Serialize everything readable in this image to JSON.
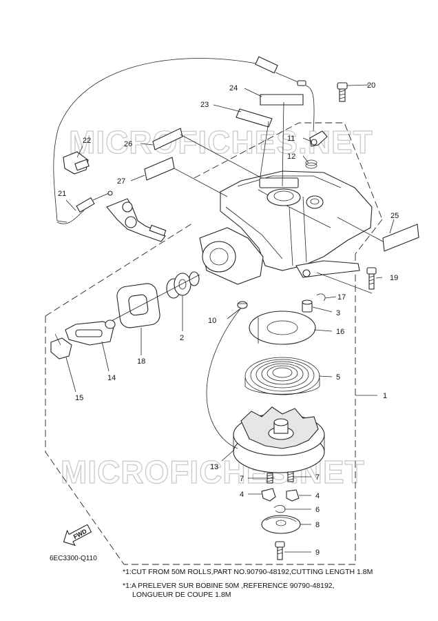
{
  "watermarks": [
    "MICROFICHES.NET",
    "MICROFICHES.NET"
  ],
  "diagram_code": "6EC3300-Q110",
  "fwd_label": "FWD",
  "footnotes": {
    "en": "*1:CUT FROM 50M ROLLS,PART NO.90790-48192,CUTTING LENGTH 1.8M",
    "fr_line1": "*1:A PRELEVER SUR BOBINE 50M ,REFERENCE 90790-48192,",
    "fr_line2": "LONGUEUR DE COUPE 1.8M"
  },
  "callouts": {
    "p1": "1",
    "p2": "2",
    "p3": "3",
    "p4a": "4",
    "p4b": "4",
    "p5": "5",
    "p6": "6",
    "p7a": "7",
    "p7b": "7",
    "p8": "8",
    "p9": "9",
    "p10": "10",
    "p11": "11",
    "p12": "12",
    "p13": "13",
    "p14": "14",
    "p15": "15",
    "p16": "16",
    "p17": "17",
    "p18": "18",
    "p19": "19",
    "p20": "20",
    "p21": "21",
    "p22": "22",
    "p23": "23",
    "p24": "24",
    "p25": "25",
    "p26": "26",
    "p27": "27"
  }
}
